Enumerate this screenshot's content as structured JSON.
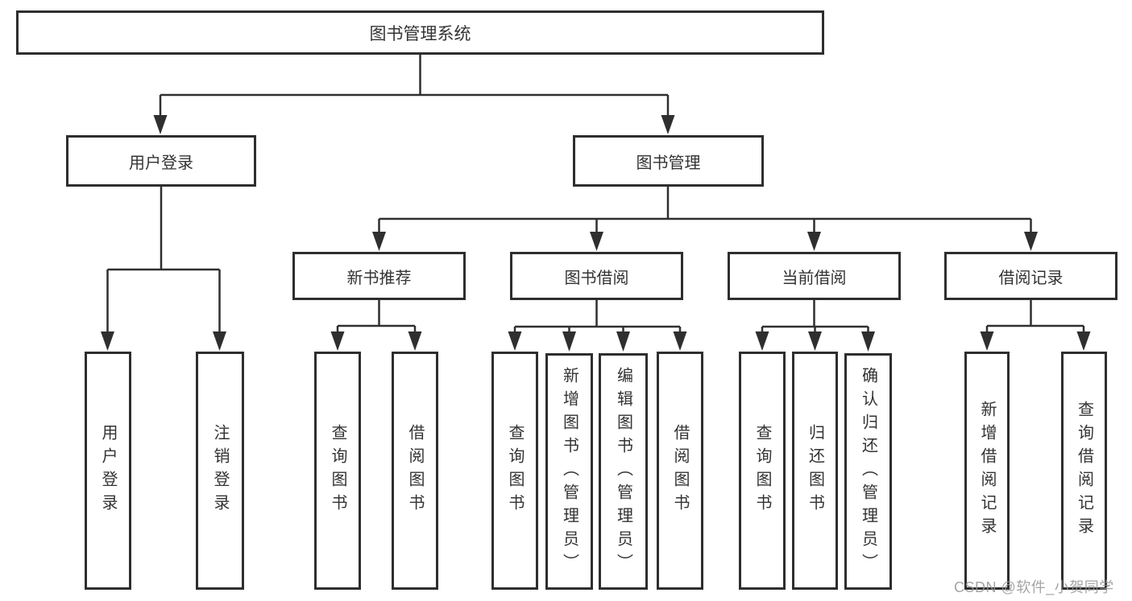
{
  "diagram": {
    "root": {
      "label": "图书管理系统"
    },
    "level2": [
      {
        "label": "用户登录"
      },
      {
        "label": "图书管理"
      }
    ],
    "level3": [
      {
        "label": "新书推荐"
      },
      {
        "label": "图书借阅"
      },
      {
        "label": "当前借阅"
      },
      {
        "label": "借阅记录"
      }
    ],
    "leaves": {
      "login": [
        {
          "label": "用户登录"
        },
        {
          "label": "注销登录"
        }
      ],
      "recommend": [
        {
          "label": "查询图书"
        },
        {
          "label": "借阅图书"
        }
      ],
      "borrow": [
        {
          "label": "查询图书"
        },
        {
          "label": "新增图书（管理员）"
        },
        {
          "label": "编辑图书（管理员）"
        },
        {
          "label": "借阅图书"
        }
      ],
      "current": [
        {
          "label": "查询图书"
        },
        {
          "label": "归还图书"
        },
        {
          "label": "确认归还（管理员）"
        }
      ],
      "records": [
        {
          "label": "新增借阅记录"
        },
        {
          "label": "查询借阅记录"
        }
      ]
    },
    "watermark": "CSDN @软件_小贺同学",
    "colors": {
      "line": "#2f2f2f",
      "text": "#333333",
      "watermark": "#949494",
      "background": "#ffffff"
    }
  }
}
